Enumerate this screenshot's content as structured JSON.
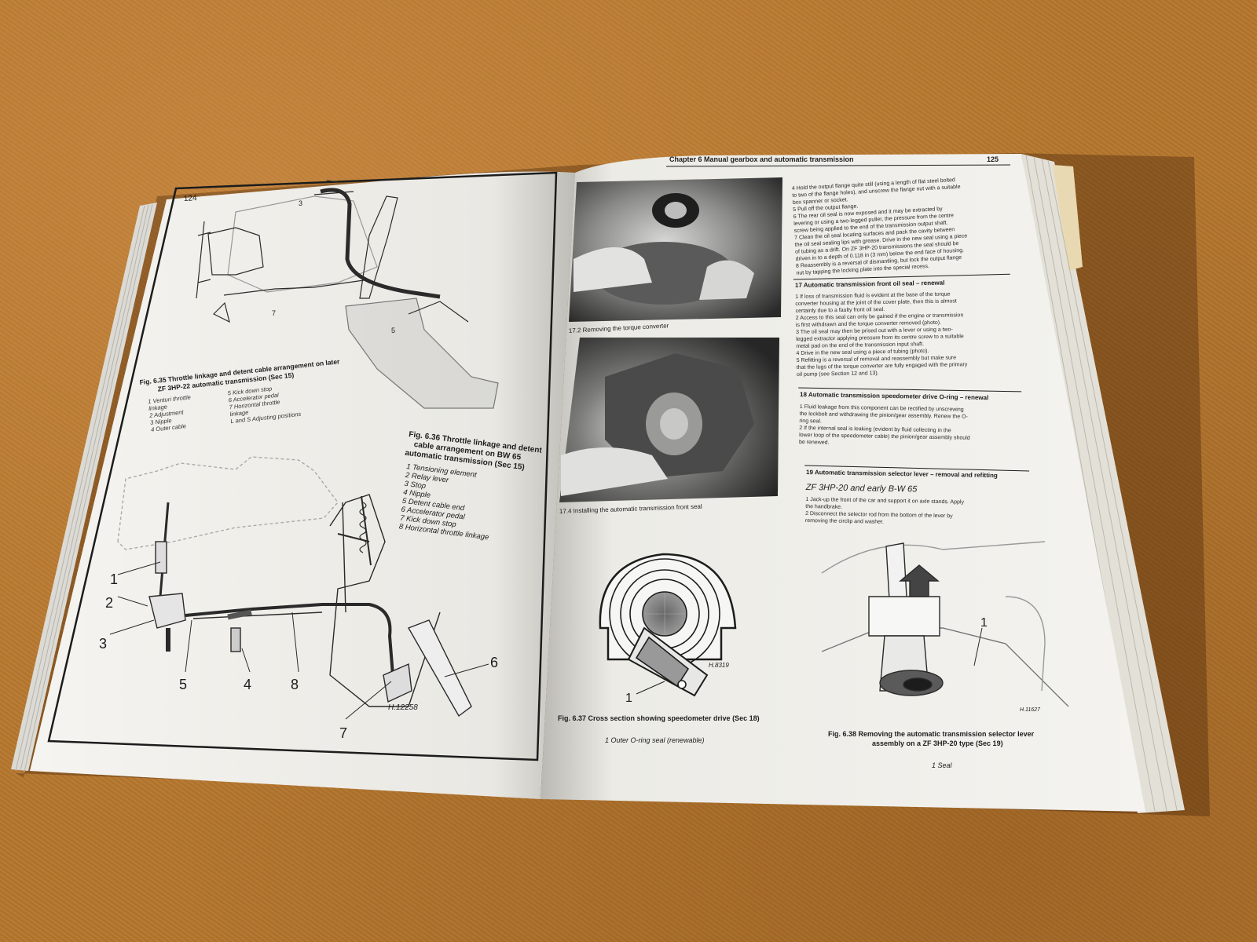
{
  "colors": {
    "table": "#b5772f",
    "page": "#f3f2ee",
    "ink": "#1c1c1c",
    "photo_dark": "#3a3a3a"
  },
  "left_page": {
    "page_number": "124",
    "fig_635": {
      "caption_line1": "Fig. 6.35 Throttle linkage and detent cable arrangement on later",
      "caption_line2": "ZF 3HP-22 automatic transmission (Sec 15)",
      "key_col1": [
        "1  Venturi throttle",
        "    linkage",
        "2  Adjustment",
        "3  Nipple",
        "4  Outer cable"
      ],
      "key_col2": [
        "5  Kick down stop",
        "6  Accelerator pedal",
        "7  Horizontal throttle",
        "    linkage",
        "L and S Adjusting positions"
      ]
    },
    "fig_636": {
      "caption_line1": "Fig. 6.36 Throttle linkage and detent",
      "caption_line2": "cable arrangement on BW 65",
      "caption_line3": "automatic transmission (Sec 15)",
      "key": [
        "1   Tensioning element",
        "2   Relay lever",
        "3   Stop",
        "4   Nipple",
        "5   Detent cable end",
        "6   Accelerator pedal",
        "7   Kick down stop",
        "8   Horizontal throttle linkage"
      ],
      "callouts": [
        "1",
        "2",
        "3",
        "5",
        "4",
        "8",
        "6",
        "7"
      ],
      "drawing_ref": "H.12258"
    }
  },
  "right_page": {
    "header_chapter": "Chapter 6  Manual gearbox and automatic transmission",
    "page_number": "125",
    "photo_1_caption": "17.2 Removing the torque converter",
    "photo_2_caption": "17.4 Installing the automatic transmission front seal",
    "intro_text": [
      "4   Hold the output flange quite still (using a length of flat steel bolted",
      "to two of the flange holes), and unscrew the flange nut with a suitable",
      "box spanner or socket.",
      "5   Pull off the output flange.",
      "6   The rear oil seal is now exposed and it may be extracted by",
      "levering or using a two-legged puller, the pressure from the centre",
      "screw being applied to the end of the transmission output shaft.",
      "7   Clean the oil seal locating surfaces and pack the cavity between",
      "the oil seal sealing lips with grease. Drive in the new seal using a piece",
      "of tubing as a drift. On ZF 3HP-20 transmissions the seal should be",
      "driven in to a depth of 0.118 in (3 mm) below the end face of housing.",
      "8   Reassembly is a reversal of dismantling, but lock the output flange",
      "nut by tapping the locking plate into the special recess."
    ],
    "sec17_heading": "17  Automatic transmission front oil seal – renewal",
    "sec17_text": [
      "1   If loss of transmission fluid is evident at the base of the torque",
      "converter housing at the joint of the cover plate, then this is almost",
      "certainly due to a faulty front oil seal.",
      "2   Access to this seal can only be gained if the engine or transmission",
      "is first withdrawn and the torque converter removed (photo).",
      "3   The oil seal may then be prised out with a lever or using a two-",
      "legged extractor applying pressure from its centre screw to a suitable",
      "metal pad on the end of the transmission input shaft.",
      "4   Drive in the new seal using a piece of tubing (photo).",
      "5   Refitting is a reversal of removal and reassembly but make sure",
      "that the lugs of the torque converter are fully engaged with the primary",
      "oil pump (see Section 12 and 13)."
    ],
    "sec18_heading": "18  Automatic transmission speedometer drive O-ring – renewal",
    "sec18_text": [
      "1   Fluid leakage from this component can be rectified by unscrewing",
      "the lockbolt and withdrawing the pinion/gear assembly. Renew the O-",
      "ring seal.",
      "2   If the internal seal is leaking (evident by fluid collecting in the",
      "lower loop of the speedometer cable) the pinion/gear assembly should",
      "be renewed."
    ],
    "sec19_heading": "19  Automatic transmission selector lever – removal and refitting",
    "sec19_subheading": "ZF 3HP-20 and early B-W 65",
    "sec19_text": [
      "1   Jack-up the front of the car and support it on axle stands. Apply",
      "the handbrake.",
      "2   Disconnect the selector rod from the bottom of the lever by",
      "removing the circlip and washer."
    ],
    "fig_637": {
      "caption": "Fig. 6.37 Cross section showing speedometer drive (Sec 18)",
      "key": "1   Outer O-ring seal (renewable)",
      "callout": "1",
      "drawing_ref": "H.8319"
    },
    "fig_638": {
      "caption_line1": "Fig. 6.38 Removing the automatic transmission selector lever",
      "caption_line2": "assembly on a ZF 3HP-20 type (Sec 19)",
      "key": "1   Seal",
      "callout": "1",
      "drawing_ref": "H.11627"
    }
  }
}
